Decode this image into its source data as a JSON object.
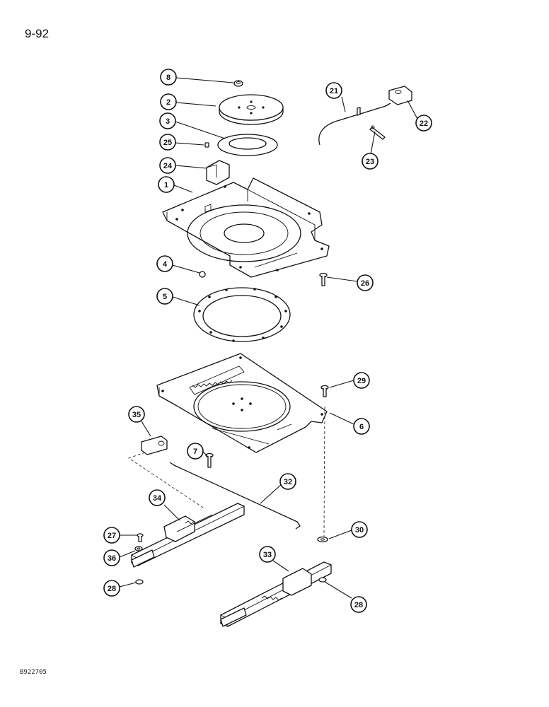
{
  "page": {
    "number": "9-92",
    "figure_code": "B922705"
  },
  "callouts": [
    {
      "id": "c8",
      "label": "8"
    },
    {
      "id": "c2",
      "label": "2"
    },
    {
      "id": "c3",
      "label": "3"
    },
    {
      "id": "c25",
      "label": "25"
    },
    {
      "id": "c24",
      "label": "24"
    },
    {
      "id": "c1",
      "label": "1"
    },
    {
      "id": "c4",
      "label": "4"
    },
    {
      "id": "c5",
      "label": "5"
    },
    {
      "id": "c21",
      "label": "21"
    },
    {
      "id": "c22",
      "label": "22"
    },
    {
      "id": "c23",
      "label": "23"
    },
    {
      "id": "c26",
      "label": "26"
    },
    {
      "id": "c29",
      "label": "29"
    },
    {
      "id": "c6",
      "label": "6"
    },
    {
      "id": "c35",
      "label": "35"
    },
    {
      "id": "c7",
      "label": "7"
    },
    {
      "id": "c32",
      "label": "32"
    },
    {
      "id": "c34",
      "label": "34"
    },
    {
      "id": "c27",
      "label": "27"
    },
    {
      "id": "c36",
      "label": "36"
    },
    {
      "id": "c28a",
      "label": "28"
    },
    {
      "id": "c30",
      "label": "30"
    },
    {
      "id": "c33",
      "label": "33"
    },
    {
      "id": "c28b",
      "label": "28"
    }
  ]
}
